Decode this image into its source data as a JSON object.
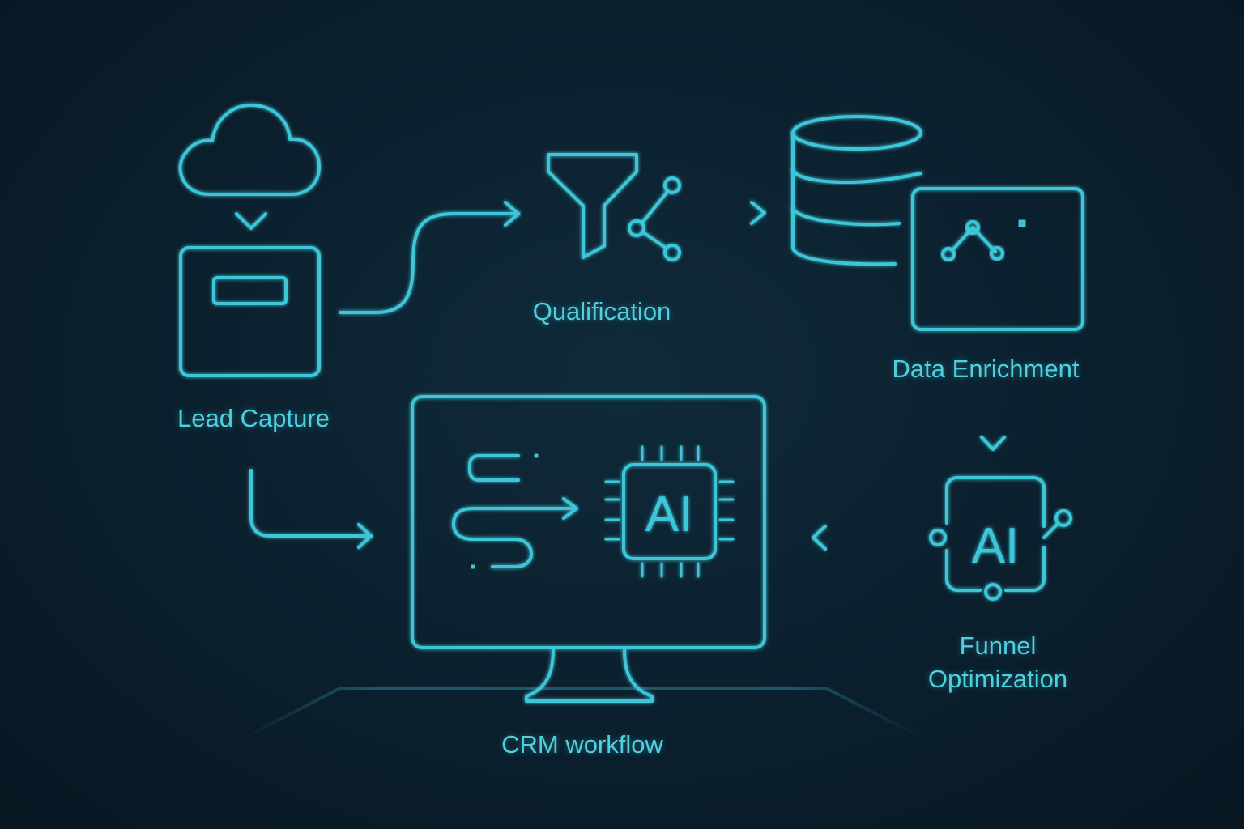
{
  "colors": {
    "background": "#0b1d2b",
    "accent": "#3cc6d8",
    "label": "#4fd0df"
  },
  "nodes": {
    "lead_capture": {
      "label": "Lead Capture",
      "icons": [
        "cloud-download-icon",
        "form-document-icon"
      ]
    },
    "qualification": {
      "label": "Qualification",
      "icons": [
        "funnel-icon",
        "share-nodes-icon"
      ]
    },
    "data_enrichment": {
      "label": "Data Enrichment",
      "icons": [
        "database-icon",
        "analytics-chart-icon"
      ]
    },
    "funnel_optimization": {
      "label_line1": "Funnel",
      "label_line2": "Optimization",
      "chip_text": "AI",
      "icons": [
        "ai-chip-icon"
      ]
    },
    "crm_workflow": {
      "label": "CRM workflow",
      "chip_text": "AI",
      "icons": [
        "monitor-icon",
        "workflow-path-icon",
        "ai-processor-icon"
      ]
    }
  },
  "edges": [
    {
      "from": "Lead Capture",
      "to": "Qualification"
    },
    {
      "from": "Qualification",
      "to": "Data Enrichment"
    },
    {
      "from": "Data Enrichment",
      "to": "Funnel Optimization"
    },
    {
      "from": "Funnel Optimization",
      "to": "CRM workflow"
    },
    {
      "from": "Lead Capture",
      "to": "CRM workflow"
    }
  ]
}
